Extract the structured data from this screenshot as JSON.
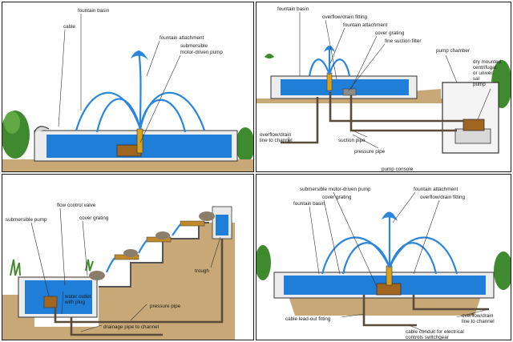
{
  "panels": {
    "a": {
      "fountain_basin": "fountain basin",
      "cable": "cable",
      "fountain_attachment": "fountain attachment",
      "pump": [
        "submersible",
        "motor-driven pump"
      ]
    },
    "b": {
      "fountain_basin": "fountain basin",
      "overflow": "overflow/drain fitting",
      "fountain_attachment": "fountain attachment",
      "cover_grating": "cover grating",
      "suction_filter": "fine suction filter",
      "pump_chamber": "pump chamber",
      "dry_pump": [
        "dry mounted",
        "centrifugal",
        "or univer-",
        "sal",
        "pump"
      ],
      "drain_line": [
        "overflow/drain",
        "line to channel"
      ],
      "suction_pipe": "suction pipe",
      "pressure_pipe": "pressure pipe",
      "pump_console": "pump console"
    },
    "c": {
      "flow_valve": "flow control valve",
      "pump": "submersible pump",
      "cover_grating": "cover grating",
      "trough": "trough",
      "water_outlet": [
        "water outlet",
        "with plug"
      ],
      "pressure_pipe": "pressure pipe",
      "drainage": "drainage pipe to channel"
    },
    "d": {
      "pump": "submersible motor-driven pump",
      "fountain_attachment": "fountain attachment",
      "fountain_basin": "fountain basin",
      "cover_grating": "cover grating",
      "overflow": "overflow/drain fitting",
      "cable_fitting": "cable lead-out fitting",
      "drain_line": [
        "overflow/drain",
        "line to channel"
      ],
      "conduit": [
        "cable conduit for electrical",
        "controls switchgear"
      ]
    }
  }
}
